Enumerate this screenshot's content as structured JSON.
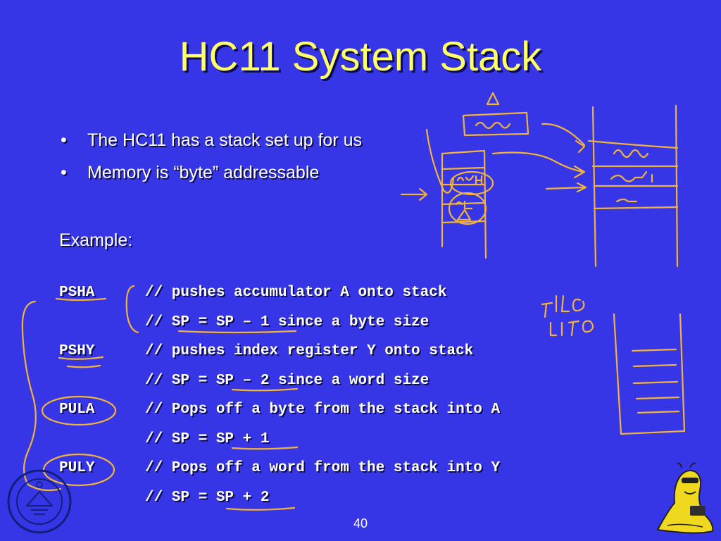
{
  "title": "HC11 System Stack",
  "bullets": [
    "The HC11 has a stack set up for us",
    "Memory is “byte” addressable"
  ],
  "example_label": "Example:",
  "code": [
    {
      "inst": "PSHA",
      "comment": "// pushes accumulator A onto stack"
    },
    {
      "inst": "",
      "comment": "// SP = SP – 1 since a byte size"
    },
    {
      "inst": "PSHY",
      "comment": "// pushes index register Y onto stack"
    },
    {
      "inst": "",
      "comment": "// SP = SP – 2 since a word size"
    },
    {
      "inst": "PULA",
      "comment": "// Pops off a byte from the stack into A"
    },
    {
      "inst": "",
      "comment": "// SP = SP + 1"
    },
    {
      "inst": "PULY",
      "comment": "// Pops off a word from the stack into Y"
    },
    {
      "inst": "",
      "comment": "// SP = SP + 2"
    }
  ],
  "page_number": "40",
  "colors": {
    "background": "#3636e6",
    "title": "#ffff66",
    "text": "#ffffff",
    "annotation_ink": "#f2b33a"
  },
  "icons": {
    "seal": "university-seal-icon",
    "mascot": "slug-mascot-icon"
  }
}
